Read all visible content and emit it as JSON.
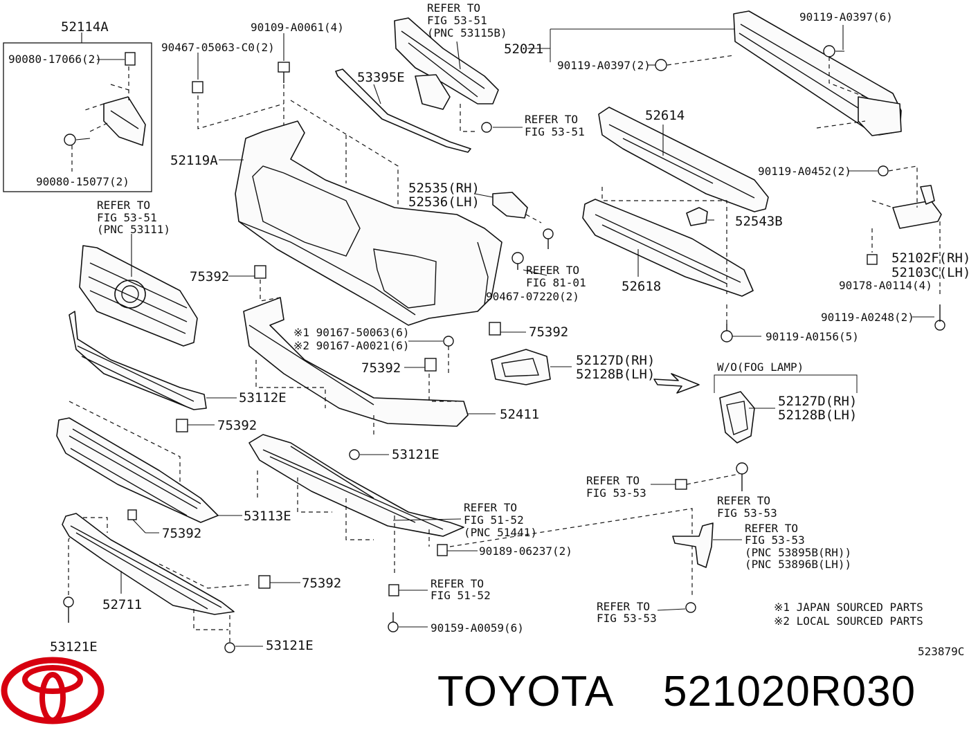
{
  "labels": {
    "l52114a": "52114A",
    "l90080_17066": "90080-17066(2)",
    "l90080_15077": "90080-15077(2)",
    "l90467_05063": "90467-05063-C0(2)",
    "l90109": "90109-A0061(4)",
    "ref5351_a_1": "REFER TO",
    "ref5351_a_2": "FIG 53-51",
    "ref5351_a_3": "(PNC 53115B)",
    "l52021": "52021",
    "l90119_a0397_top": "90119-A0397(6)",
    "l90119_a0397_mid": "90119-A0397(2)",
    "l53395e": "53395E",
    "ref5351_b_1": "REFER TO",
    "ref5351_b_2": "FIG 53-51",
    "l52614": "52614",
    "l52119a": "52119A",
    "l52535": "52535(RH)",
    "l52536": "52536(LH)",
    "l90119_a0452": "90119-A0452(2)",
    "l52543b": "52543B",
    "ref5351_c_1": "REFER TO",
    "ref5351_c_2": "FIG 53-51",
    "ref5351_c_3": "(PNC 53111)",
    "l52102f": "52102F(RH)",
    "l52103c": "52103C(LH)",
    "ref8101_1": "REFER TO",
    "ref8101_2": "FIG 81-01",
    "l90467_07220": "90467-07220(2)",
    "l75392_a": "75392",
    "l52618": "52618",
    "l90178": "90178-A0114(4)",
    "l90119_a0248": "90119-A0248(2)",
    "l90167_1": "※1 90167-50063(6)",
    "l90167_2": "※2 90167-A0021(6)",
    "l75392_b": "75392",
    "l90119_a0156": "90119-A0156(5)",
    "l75392_c": "75392",
    "l52127d_a": "52127D(RH)",
    "l52128b_a": "52128B(LH)",
    "wo_fog": "W/O(FOG LAMP)",
    "l52127d_b": "52127D(RH)",
    "l52128b_b": "52128B(LH)",
    "l53112e": "53112E",
    "l52411": "52411",
    "l75392_d": "75392",
    "l53121e_a": "53121E",
    "ref5353_a_1": "REFER TO",
    "ref5353_a_2": "FIG 53-53",
    "ref5152_a_1": "REFER TO",
    "ref5152_a_2": "FIG 51-52",
    "ref5152_a_3": "(PNC 51441)",
    "ref5353_b_1": "REFER TO",
    "ref5353_b_2": "FIG 53-53",
    "l53113e": "53113E",
    "l75392_e": "75392",
    "ref5353_c_1": "REFER TO",
    "ref5353_c_2": "FIG 53-53",
    "ref5353_c_3": "(PNC 53895B(RH))",
    "ref5353_c_4": "(PNC 53896B(LH))",
    "l90189": "90189-06237(2)",
    "l75392_f": "75392",
    "ref5152_b_1": "REFER TO",
    "ref5152_b_2": "FIG 51-52",
    "l52711": "52711",
    "ref5353_d_1": "REFER TO",
    "ref5353_d_2": "FIG 53-53",
    "note_japan": "※1 JAPAN SOURCED PARTS",
    "note_local": "※2 LOCAL SOURCED PARTS",
    "l90159": "90159-A0059(6)",
    "l53121e_b": "53121E",
    "l53121e_c": "53121E",
    "diagram_code": "523879C"
  },
  "brand": {
    "name": "TOYOTA",
    "part_number": "521020R030",
    "logo_color": "#d7000f"
  }
}
